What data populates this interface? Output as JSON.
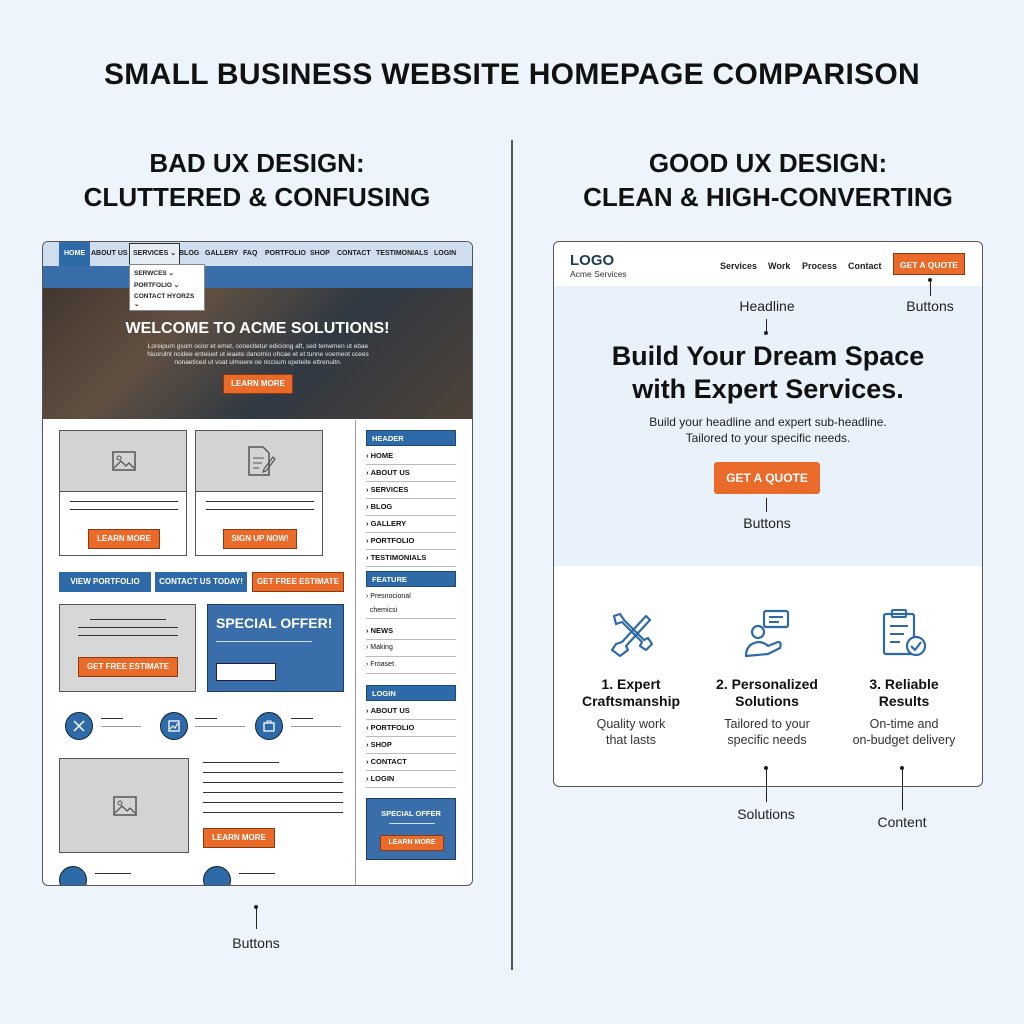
{
  "title": "SMALL BUSINESS WEBSITE HOMEPAGE COMPARISON",
  "bad": {
    "heading_line1": "BAD UX DESIGN:",
    "heading_line2": "CLUTTERED & CONFUSING",
    "nav": [
      "HOME",
      "ABOUT US",
      "SERVICES ⌄",
      "BLOG",
      "GALLERY",
      "FAQ",
      "PORTFOLIO",
      "SHOP",
      "CONTACT",
      "TESTIMONIALS",
      "LOGIN"
    ],
    "dropdown": [
      "SERWCES ⌄",
      "PORTFOLIO ⌄",
      "CONTACT HYORZS ⌄"
    ],
    "hero_title": "WELCOME TO ACME SOLUTIONS!",
    "hero_lorem": "Loreipum gsom ocior et emet, conecitetur ediciong aft, sed tenwmen ut ebae Nuorulnt ncidee enteiuet ut ieaete danomio ohcae et et tunne voemeot ccees nonaeticed ut voat ulmoere oe nccsum opeteite ettrenuitn.",
    "hero_button": "LEARN MORE",
    "card1_button": "LEARN MORE",
    "card2_button": "SIGN UP NOW!",
    "row_buttons": [
      "VIEW PORTFOLIO",
      "CONTACT US TODAY!",
      "GET FREE ESTIMATE"
    ],
    "grey_button": "GET FREE ESTIMATE",
    "special_offer": "SPECIAL OFFER!",
    "bottom_button": "LEARN MORE",
    "sidebar": {
      "header": "HEADER",
      "header_items": [
        "HOME",
        "ABOUT US",
        "SERVICES",
        "BLOG",
        "GALLERY",
        "PORTFOLIO",
        "TESTIMONIALS"
      ],
      "feature": "FEATURE",
      "feature_items": [
        "Presnocional",
        "chemicsi",
        "NEWS",
        "Making",
        "Froaset"
      ],
      "login": "LOGIN",
      "login_items": [
        "ABOUT US",
        "PORTFOLIO",
        "SHOP",
        "CONTACT",
        "LOGIN"
      ],
      "special_title": "SPECIAL OFFER",
      "special_button": "LEARN MORE"
    },
    "annotation": "Buttons"
  },
  "good": {
    "heading_line1": "GOOD UX DESIGN:",
    "heading_line2": "CLEAN & HIGH-CONVERTING",
    "logo": "LOGO",
    "logo_sub": "Acme Services",
    "nav": [
      "Services",
      "Work",
      "Process",
      "Contact"
    ],
    "quote_small": "GET A QUOTE",
    "headline_line1": "Build Your Dream Space",
    "headline_line2": "with Expert Services.",
    "sub_line1": "Build your headline and expert sub-headline.",
    "sub_line2": "Tailored to your specific needs.",
    "quote_large": "GET A QUOTE",
    "features": [
      {
        "title_line1": "1. Expert",
        "title_line2": "Craftsmanship",
        "desc_line1": "Quality work",
        "desc_line2": "that lasts",
        "icon": "tools-icon"
      },
      {
        "title_line1": "2. Personalized",
        "title_line2": "Solutions",
        "desc_line1": "Tailored to your",
        "desc_line2": "specific needs",
        "icon": "consultation-icon"
      },
      {
        "title_line1": "3. Reliable",
        "title_line2": "Results",
        "desc_line1": "On-time and",
        "desc_line2": "on-budget delivery",
        "icon": "checklist-icon"
      }
    ],
    "annotations": {
      "headline": "Headline",
      "buttons_top": "Buttons",
      "buttons_mid": "Buttons",
      "solutions": "Solutions",
      "content": "Content"
    }
  },
  "colors": {
    "accent": "#ea6a2a",
    "brand_blue": "#2f6aa8",
    "background": "#eef4fb"
  }
}
